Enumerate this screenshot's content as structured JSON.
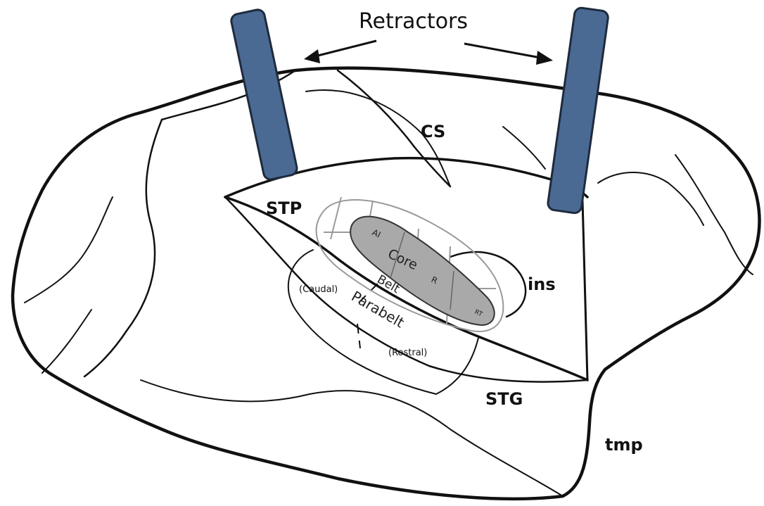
{
  "labels": {
    "retractors": "Retractors",
    "cs": "CS",
    "stp": "STP",
    "ins": "ins",
    "stg": "STG",
    "tmp": "tmp",
    "caudal": "(Caudal)",
    "rostral": "(Rostral)",
    "parabelt": "Parabelt",
    "belt": "Belt",
    "core": "Core",
    "ai": "AI",
    "r": "R",
    "rt": "RT"
  },
  "colors": {
    "retractor_fill": "#4a6a94",
    "retractor_stroke": "#1e2b3c",
    "core_fill": "#a9a9a9",
    "belt_stroke": "#9a9a9a",
    "outline": "#111111"
  }
}
